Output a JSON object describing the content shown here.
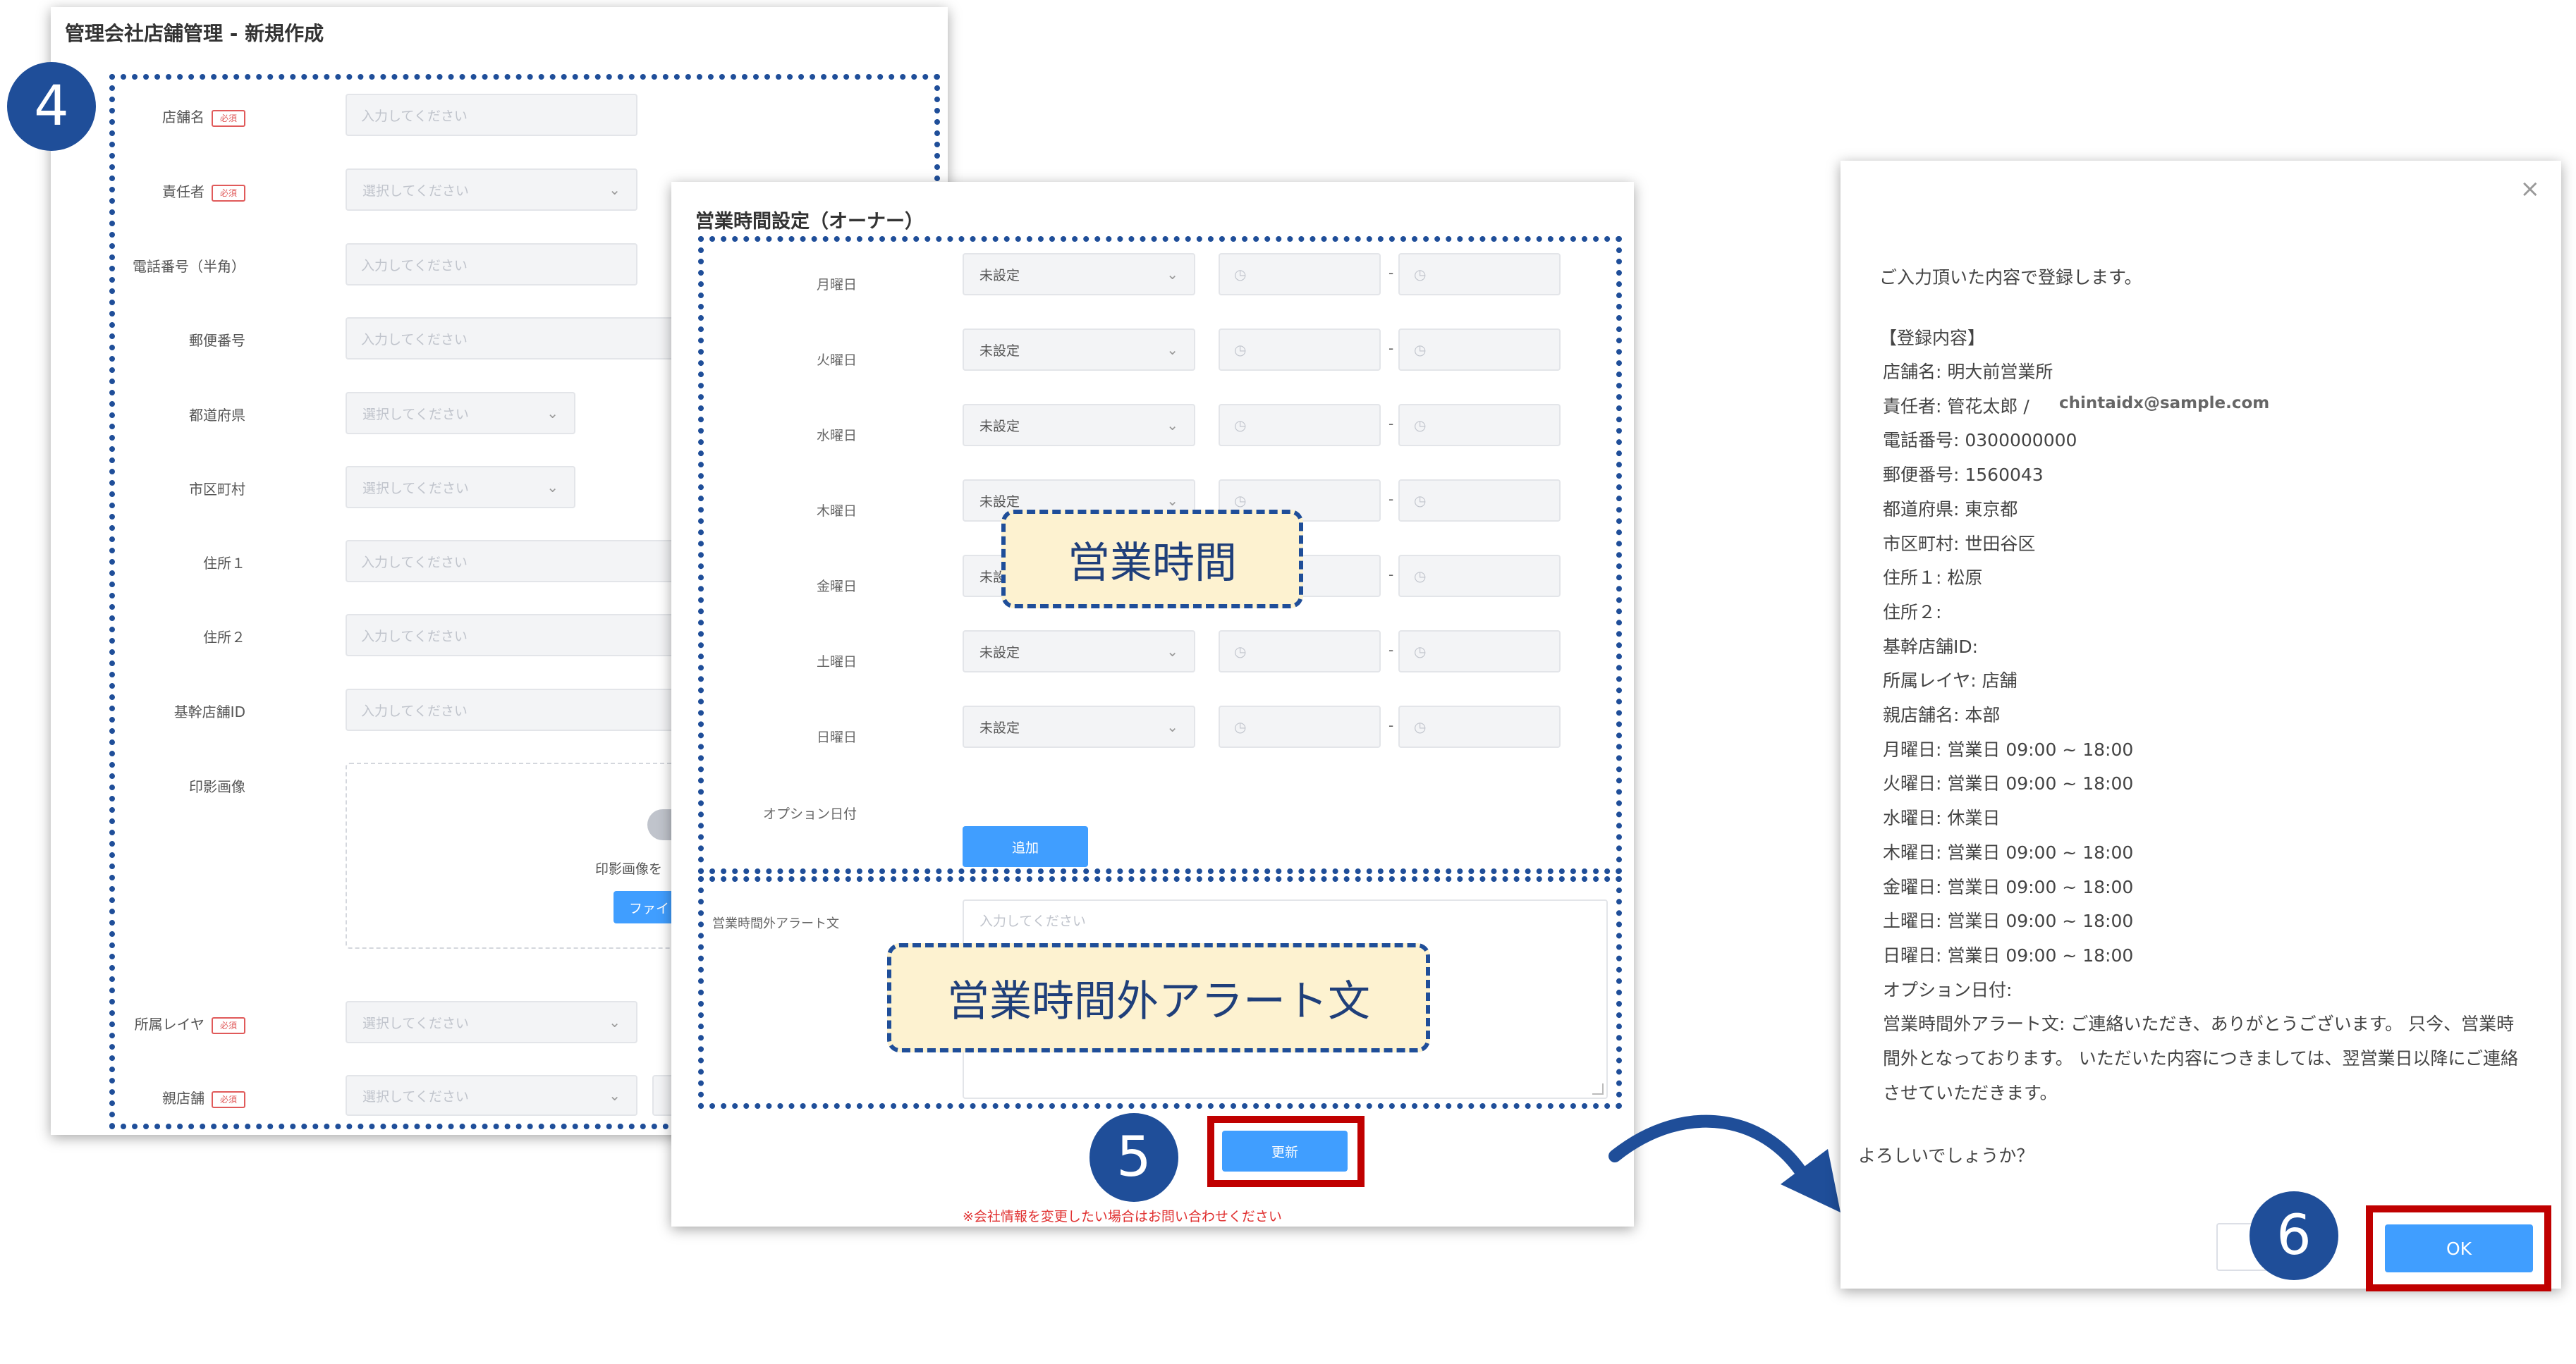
{
  "store_form": {
    "title": "管理会社店舗管理 - 新規作成",
    "required_label": "必須",
    "input_placeholder": "入力してください",
    "select_placeholder": "選択してください",
    "labels": {
      "store_name": "店舗名",
      "manager": "責任者",
      "phone": "電話番号（半角）",
      "postal": "郵便番号",
      "prefecture": "都道府県",
      "city": "市区町村",
      "address1": "住所１",
      "address2": "住所２",
      "core_store_id": "基幹店舗ID",
      "seal_image": "印影画像",
      "layer": "所属レイヤ",
      "parent_store": "親店舗"
    },
    "upload_text": "印影画像を",
    "upload_button": "ファイ"
  },
  "hours_form": {
    "title": "営業時間設定（オーナー）",
    "days": [
      "月曜日",
      "火曜日",
      "水曜日",
      "木曜日",
      "金曜日",
      "土曜日",
      "日曜日"
    ],
    "status_value": "未設定",
    "time_separator": "-",
    "option_date_label": "オプション日付",
    "add_button": "追加",
    "alert_label": "営業時間外アラート文",
    "alert_placeholder": "入力してください",
    "update_button": "更新",
    "notice": "※会社情報を変更したい場合はお問い合わせください"
  },
  "callouts": {
    "hours": "営業時間",
    "alert": "営業時間外アラート文"
  },
  "steps": [
    "4",
    "5",
    "6"
  ],
  "confirm_dialog": {
    "close": "×",
    "intro": "ご入力頂いた内容で登録します。",
    "section_title": "【登録内容】",
    "lines": [
      "店舗名: 明大前営業所",
      "責任者: 管花太郎 /",
      "電話番号: 0300000000",
      "郵便番号: 1560043",
      "都道府県: 東京都",
      "市区町村: 世田谷区",
      "住所１: 松原",
      "住所２:",
      "基幹店舗ID:",
      "所属レイヤ: 店舗",
      "親店舗名: 本部",
      "月曜日: 営業日 09:00 ~ 18:00",
      "火曜日: 営業日 09:00 ~ 18:00",
      "水曜日: 休業日",
      "木曜日: 営業日 09:00 ~ 18:00",
      "金曜日: 営業日 09:00 ~ 18:00",
      "土曜日: 営業日 09:00 ~ 18:00",
      "日曜日: 営業日 09:00 ~ 18:00",
      "オプション日付:",
      "営業時間外アラート文: ご連絡いただき、ありがとうございます。 只今、営業時",
      "間外となっております。 いただいた内容につきましては、翌営業日以降にご連絡",
      "させていただきます。"
    ],
    "email": "chintaidx@sample.com",
    "question": "よろしいでしょうか？",
    "ok_button": "OK"
  }
}
